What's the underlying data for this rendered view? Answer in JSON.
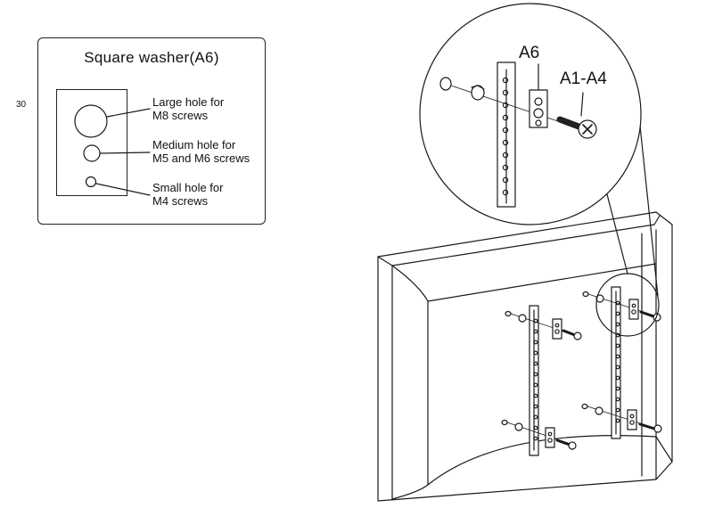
{
  "page": {
    "number": "30"
  },
  "washer_box": {
    "title": "Square washer(A6)",
    "holes": [
      {
        "line1": "Large hole for",
        "line2": "M8 screws"
      },
      {
        "line1": "Medium hole for",
        "line2": "M5 and M6 screws"
      },
      {
        "line1": "Small hole for",
        "line2": "M4 screws"
      }
    ]
  },
  "callouts": {
    "washer": "A6",
    "screw": "A1-A4"
  }
}
